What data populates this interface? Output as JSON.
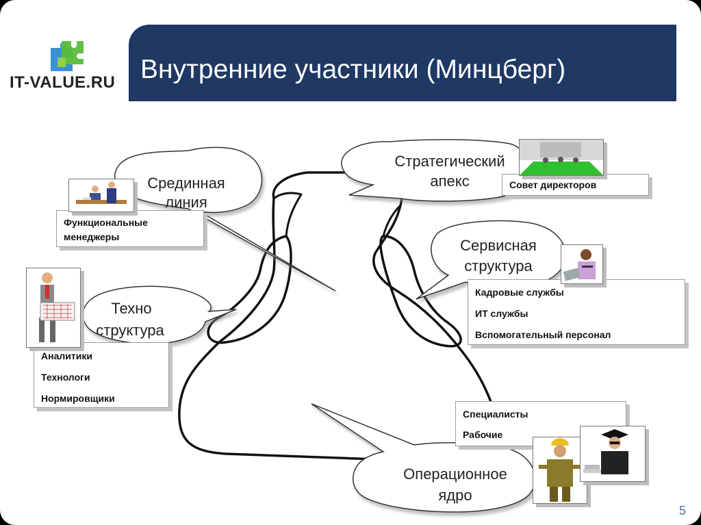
{
  "header": {
    "logo_text": "IT-VALUE.RU",
    "title": "Внутренние участники (Минцберг)"
  },
  "bubbles": {
    "middle_line": [
      "Срединная",
      "линия"
    ],
    "strategic_apex": [
      "Стратегический",
      "апекс"
    ],
    "service_structure": [
      "Сервисная",
      "структура"
    ],
    "technostructure": [
      "Техно",
      "структура"
    ],
    "operating_core": [
      "Операционное",
      "ядро"
    ]
  },
  "boxes": {
    "managers": [
      "Функциональные",
      "менеджеры"
    ],
    "board": [
      "Совет директоров"
    ],
    "service": [
      "Кадровые службы",
      "ИТ службы",
      "Вспомогательный персонал"
    ],
    "techno": [
      "Аналитики",
      "Технологи",
      "Нормировщики"
    ],
    "operating": [
      "Специалисты",
      "Рабочие"
    ]
  },
  "icons": {
    "logo": "puzzle-pieces-icon",
    "managers": "managers-at-desk-picture",
    "board": "boardroom-meeting-picture",
    "service": "secretary-with-phone-picture",
    "techno": "analyst-with-chart-picture",
    "worker": "worker-in-hardhat-picture",
    "specialist": "graduate-with-books-picture"
  },
  "colors": {
    "title_bar": "#1f3864",
    "slide_number": "#4a6fa5"
  },
  "slide_number": "5"
}
